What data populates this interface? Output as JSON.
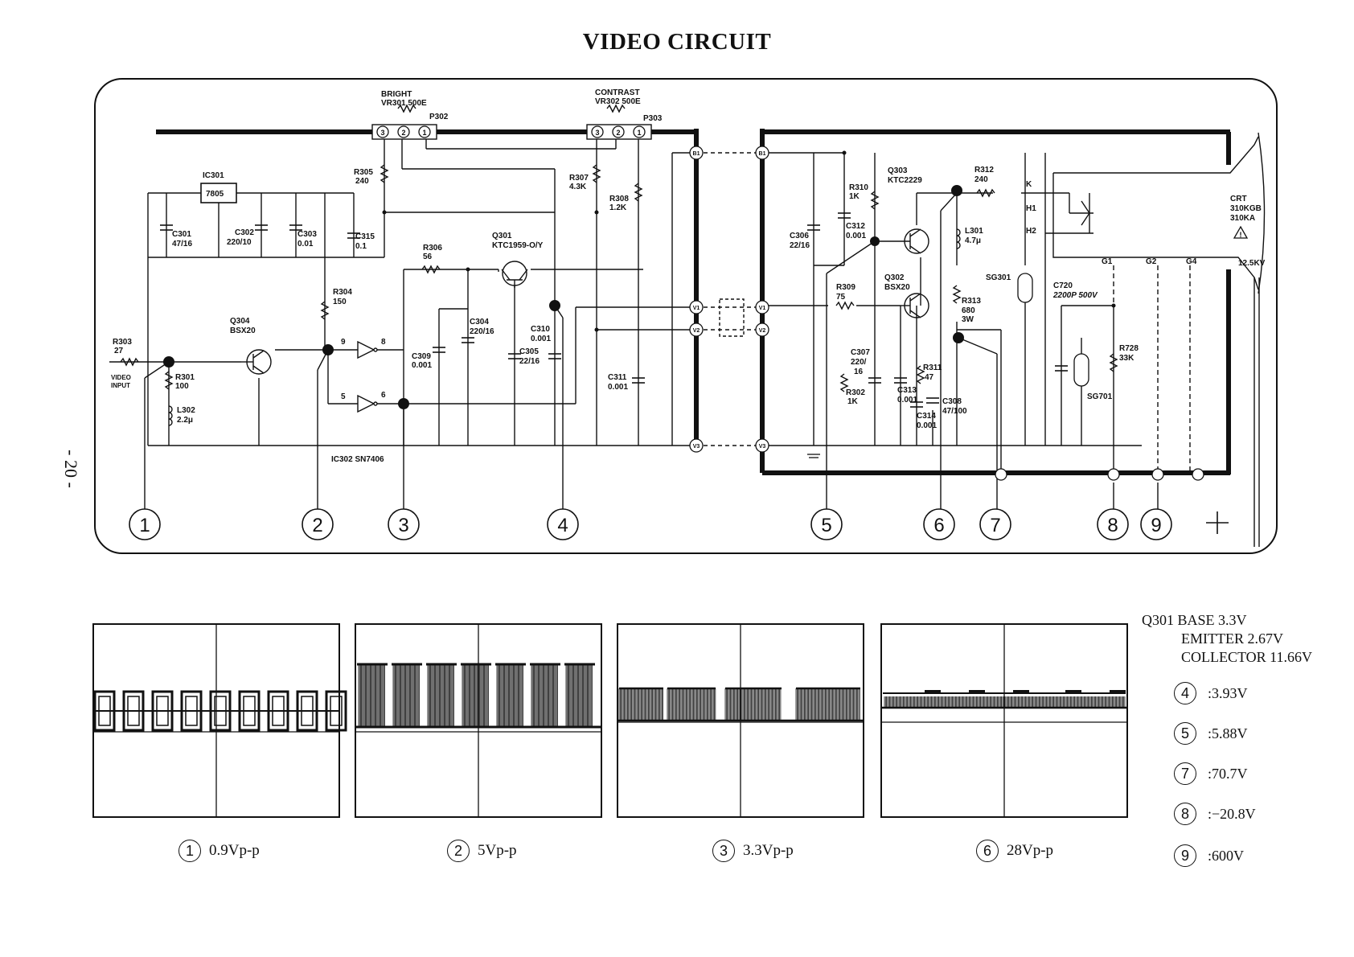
{
  "title": "VIDEO CIRCUIT",
  "page_number": "- 20 -",
  "schematic": {
    "labels": {
      "ic301": "IC301",
      "ic301_part": "7805",
      "bright": "BRIGHT",
      "vr301": "VR301 500E",
      "p302": "P302",
      "contrast": "CONTRAST",
      "vr302": "VR302 500E",
      "p303": "P303",
      "r305": "R305",
      "r305v": "240",
      "r307": "R307",
      "r307v": "4.3K",
      "r308": "R308",
      "r308v": "1.2K",
      "r306": "R306",
      "r306v": "56",
      "q301": "Q301",
      "q301p": "KTC1959-O/Y",
      "c301": "C301",
      "c301v": "47/16",
      "c302": "C302",
      "c302v": "220/10",
      "c303": "C303",
      "c303v": "0.01",
      "c315": "C315",
      "c315v": "0.1",
      "r304": "R304",
      "r304v": "150",
      "r303": "R303",
      "r303v": "27",
      "video_input": "VIDEO",
      "video_input2": "INPUT",
      "q304": "Q304",
      "q304p": "BSX20",
      "r301": "R301",
      "r301v": "100",
      "l302": "L302",
      "l302v": "2.2μ",
      "ic302": "IC302  SN7406",
      "pin9": "9",
      "pin8": "8",
      "pin5": "5",
      "pin6": "6",
      "c309": "C309",
      "c309v": "0.001",
      "c304": "C304",
      "c304v": "220/16",
      "c305": "C305",
      "c305v": "22/16",
      "c310": "C310",
      "c310v": "0.001",
      "c311": "C311",
      "c311v": "0.001",
      "c306": "C306",
      "c306v": "22/16",
      "r310": "R310",
      "r310v": "1K",
      "c312": "C312",
      "c312v": "0.001",
      "q303": "Q303",
      "q303p": "KTC2229",
      "r312": "R312",
      "r312v": "240",
      "k": "K",
      "h1": "H1",
      "h2": "H2",
      "crt": "CRT",
      "crt1": "310KGB",
      "crt2": "310KA",
      "l301": "L301",
      "l301v": "4.7μ",
      "sg301": "SG301",
      "r309": "R309",
      "r309v": "75",
      "q302": "Q302",
      "q302p": "BSX20",
      "r313": "R313",
      "r313v": "680",
      "r313w": "3W",
      "c720": "C720",
      "c720v": "2200P 500V",
      "g1": "G1",
      "g2": "G2",
      "g4": "G4",
      "kv": "12.5KV",
      "c307": "C307",
      "c307v": "220/",
      "c307v2": "16",
      "r302": "R302",
      "r302v": "1K",
      "c313": "C313",
      "c313v": "0.001",
      "r311": "R311",
      "r311v": "47",
      "c314": "C314",
      "c314v": "0.001",
      "c308": "C308",
      "c308v": "47/100",
      "r728": "R728",
      "r728v": "33K",
      "sg701": "SG701",
      "b1": "B1",
      "v1": "V1",
      "v2": "V2",
      "v3": "V3"
    },
    "test_points": [
      "1",
      "2",
      "3",
      "4",
      "5",
      "6",
      "7",
      "8",
      "9"
    ]
  },
  "scopes": [
    {
      "num": "1",
      "caption": "0.9Vp-p"
    },
    {
      "num": "2",
      "caption": "5Vp-p"
    },
    {
      "num": "3",
      "caption": "3.3Vp-p"
    },
    {
      "num": "6",
      "caption": "28Vp-p"
    }
  ],
  "voltages": {
    "q301_line1": "Q301 BASE 3.3V",
    "q301_line2": "EMITTER 2.67V",
    "q301_line3": "COLLECTOR 11.66V",
    "rows": [
      {
        "num": "4",
        "value": ":3.93V"
      },
      {
        "num": "5",
        "value": ":5.88V"
      },
      {
        "num": "7",
        "value": ":70.7V"
      },
      {
        "num": "8",
        "value": ":−20.8V"
      },
      {
        "num": "9",
        "value": ":600V"
      }
    ]
  }
}
